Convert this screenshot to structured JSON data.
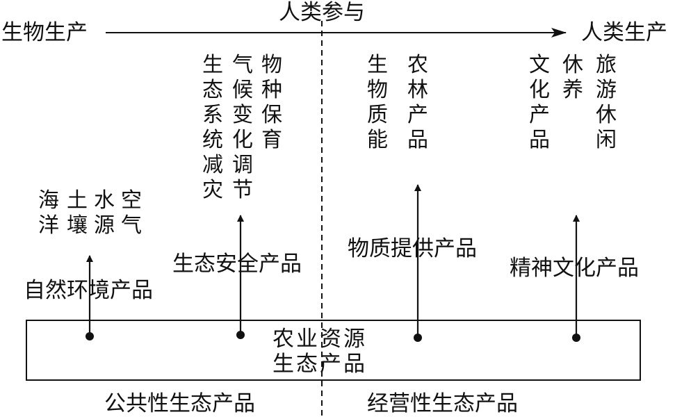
{
  "top": {
    "left": "生物生产",
    "center": "人类参与",
    "right": "人类生产"
  },
  "box": {
    "line1": "农业资源",
    "line2": "生态产品"
  },
  "bottom": {
    "left": "公共性生态产品",
    "right": "经营性生态产品"
  },
  "branches": {
    "natural": {
      "label": "自然环境产品",
      "cols": [
        "海洋",
        "土壤",
        "水源",
        "空气"
      ]
    },
    "safety": {
      "label": "生态安全产品",
      "cols": [
        "生态系统减灾",
        "气候变化调节",
        "物种保育"
      ]
    },
    "material": {
      "label": "物质提供产品",
      "cols": [
        "生物质能",
        "农林产品"
      ]
    },
    "cultural": {
      "label": "精神文化产品",
      "cols": [
        "文化产品",
        "休养",
        "旅游休闲"
      ]
    }
  }
}
